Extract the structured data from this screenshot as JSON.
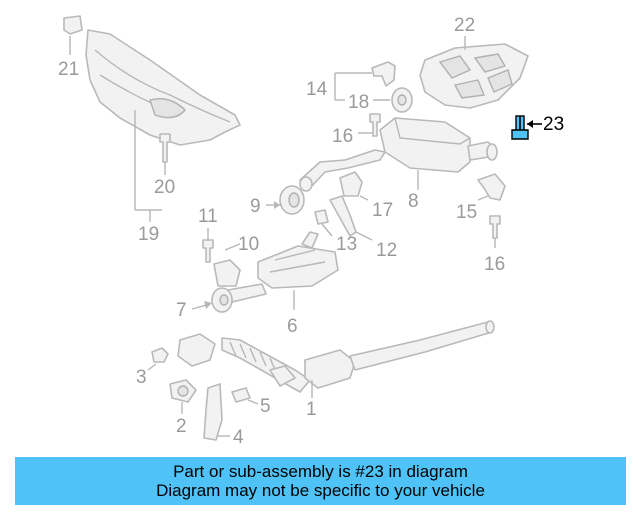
{
  "callouts": {
    "c1": "1",
    "c2": "2",
    "c3": "3",
    "c4": "4",
    "c5": "5",
    "c6": "6",
    "c7": "7",
    "c8": "8",
    "c9": "9",
    "c10": "10",
    "c11": "11",
    "c12": "12",
    "c13": "13",
    "c14": "14",
    "c15": "15",
    "c16a": "16",
    "c16b": "16",
    "c17": "17",
    "c18": "18",
    "c19": "19",
    "c20": "20",
    "c21": "21",
    "c22": "22",
    "c23": "23"
  },
  "highlighted_part": "23",
  "colors": {
    "banner": "#4fc3f7",
    "highlight_part": "#4fc3f7",
    "parts": "#b9b9b9"
  },
  "banner": {
    "line1": "Part or sub-assembly is #23 in diagram",
    "line2": "Diagram may not be specific to your vehicle"
  }
}
